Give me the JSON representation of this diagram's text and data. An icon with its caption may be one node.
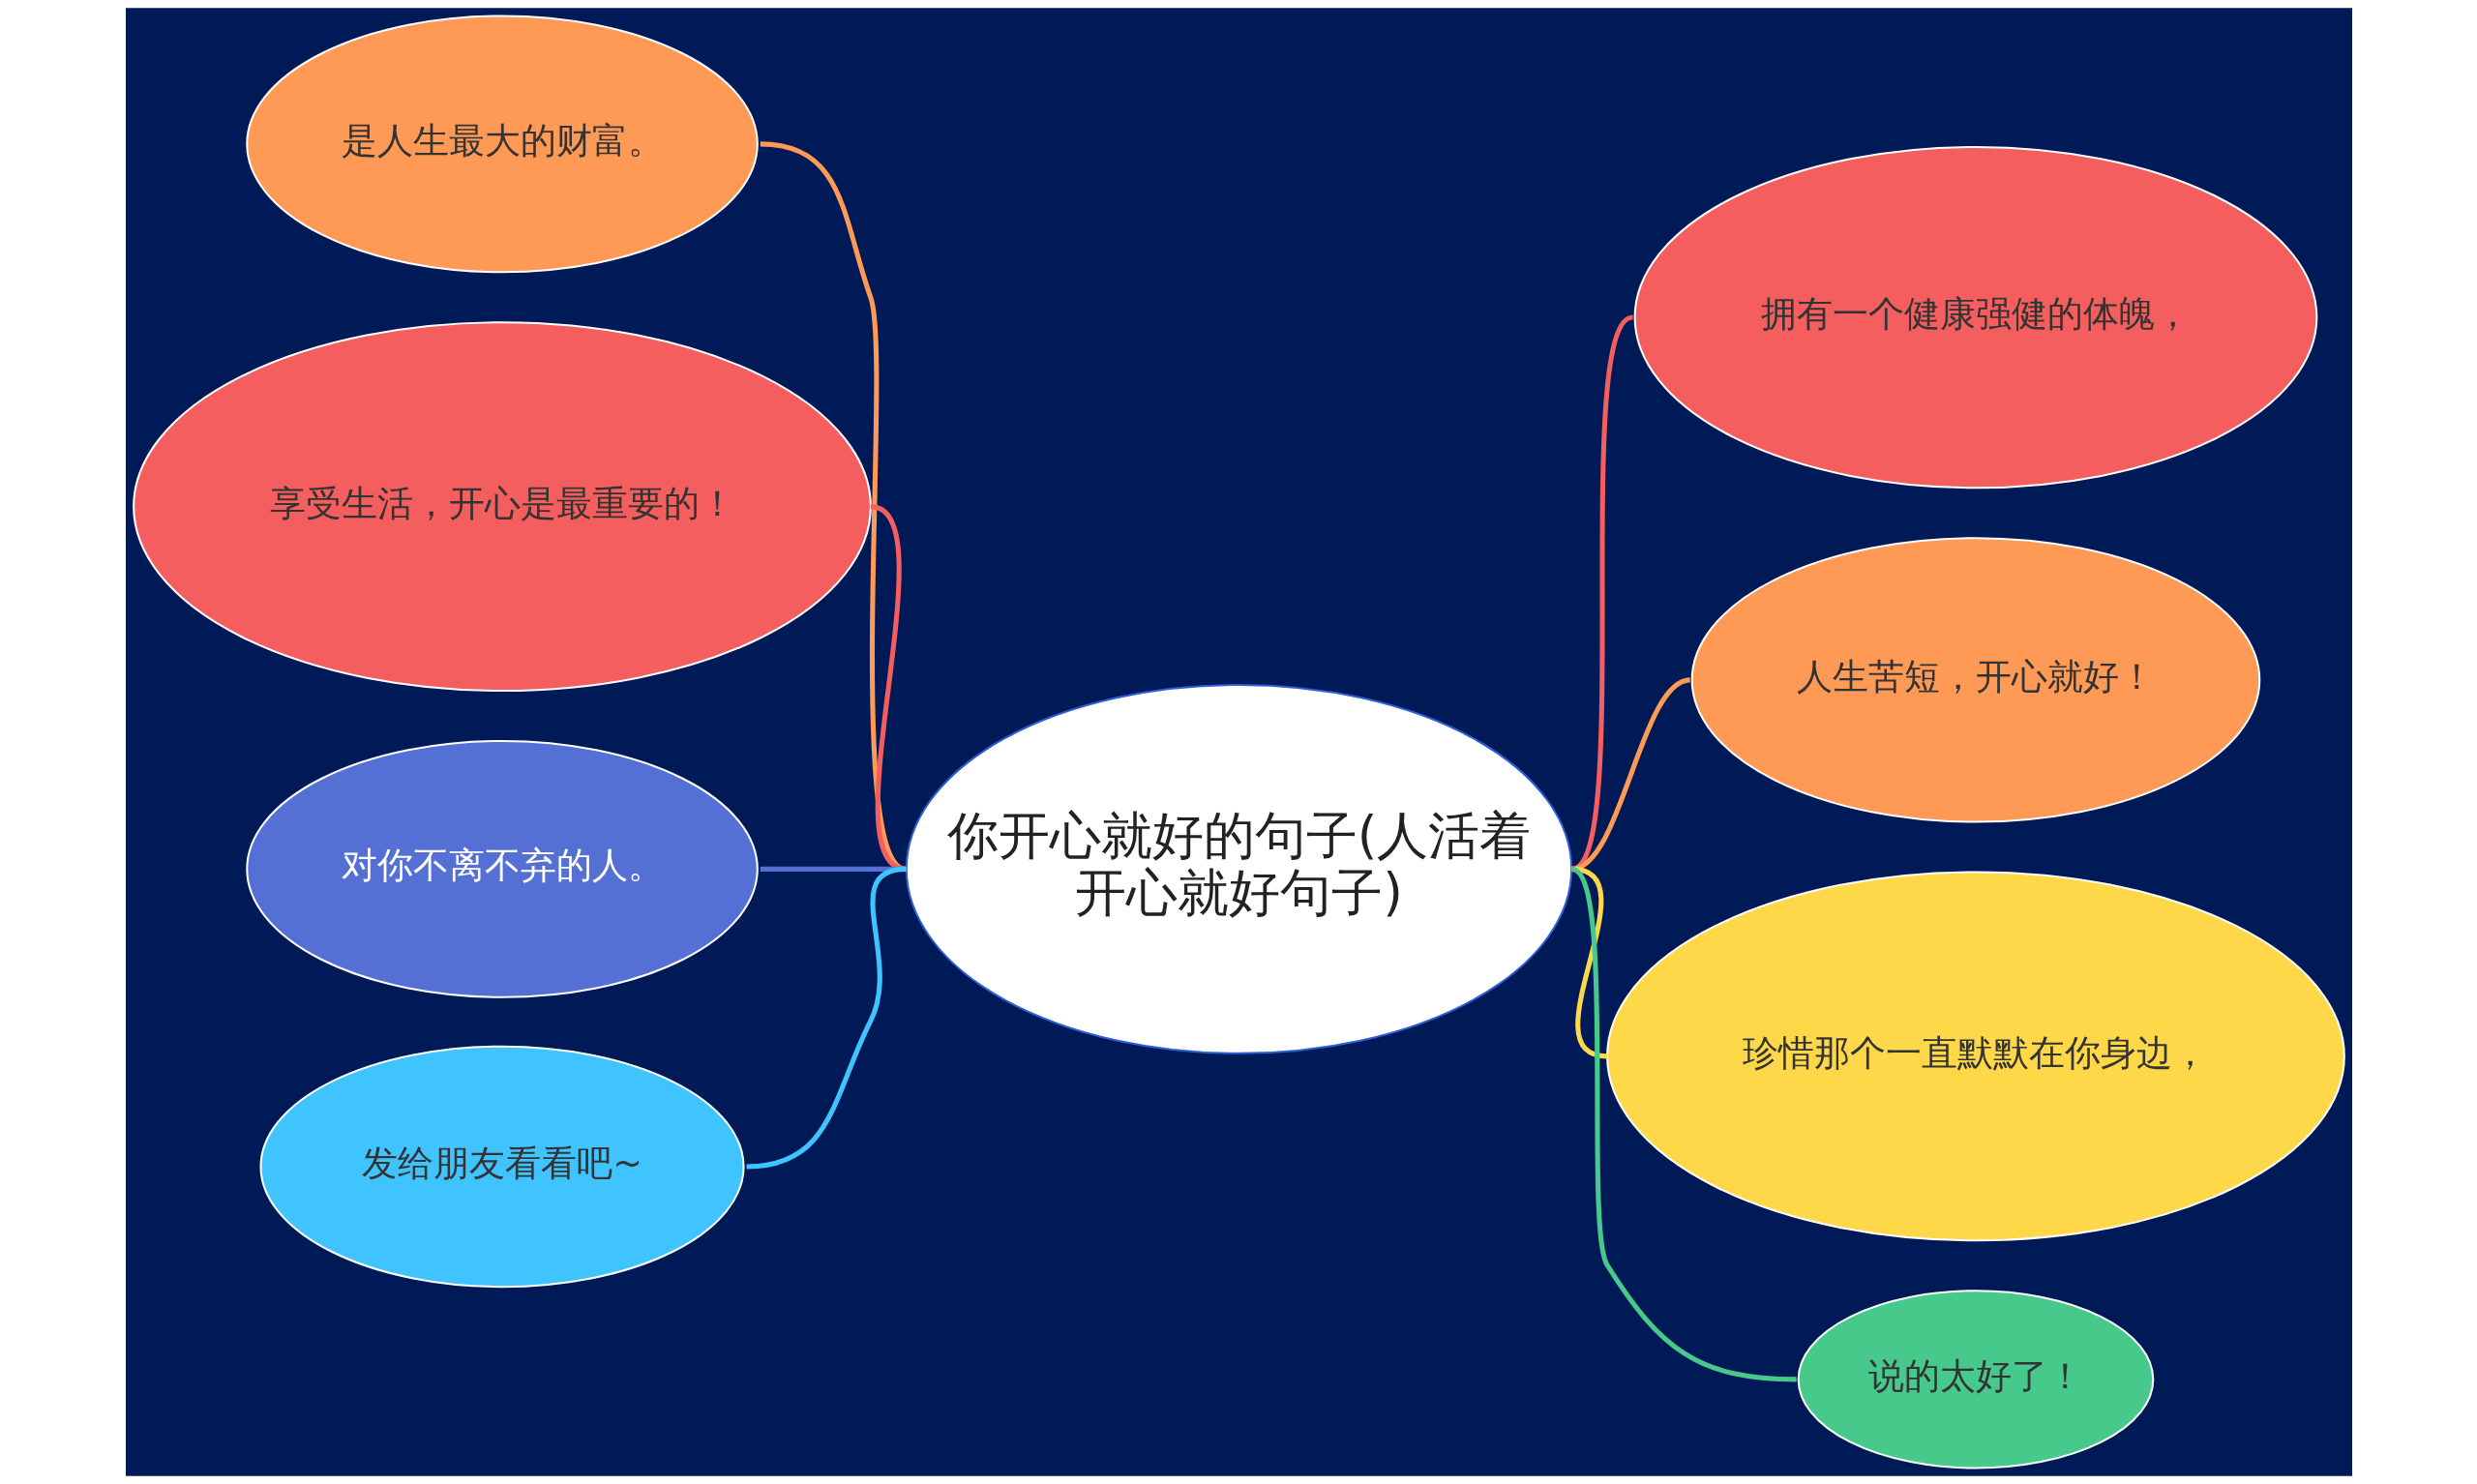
{
  "diagram": {
    "nodes": [
      {
        "text": [
          "你开心就好的句子(人活着开心就好句子)"
        ]
      },
      {
        "text": [
          "是人生最大的财富。"
        ]
      },
      {
        "text": [
          "享受生活，开心是最重要的！"
        ]
      },
      {
        "text": [
          "对你不离不弃的人。"
        ]
      },
      {
        "text": [
          "发给朋友看看吧~"
        ]
      },
      {
        "text": [
          "拥有一个健康强健的体魄，"
        ]
      },
      {
        "text": [
          "人生苦短，开心就好！"
        ]
      },
      {
        "text": [
          "珍惜那个一直默默在你身边，"
        ]
      },
      {
        "text": [
          "说的太好了！"
        ]
      }
    ],
    "edges": [
      {
        "from": 0,
        "to": 1,
        "arrow": "none",
        "color": "#fe9a55"
      },
      {
        "from": 0,
        "to": 2,
        "arrow": "none",
        "color": "#f55e5e"
      },
      {
        "from": 0,
        "to": 3,
        "arrow": "none",
        "color": "#5570d5"
      },
      {
        "from": 0,
        "to": 4,
        "arrow": "none",
        "color": "#40c4ff"
      },
      {
        "from": 0,
        "to": 5,
        "arrow": "none",
        "color": "#f55e5e"
      },
      {
        "from": 0,
        "to": 6,
        "arrow": "none",
        "color": "#fe9a55"
      },
      {
        "from": 0,
        "to": 7,
        "arrow": "none",
        "color": "#ffd84a"
      },
      {
        "from": 0,
        "to": 8,
        "arrow": "none",
        "color": "#46c98a"
      }
    ]
  }
}
